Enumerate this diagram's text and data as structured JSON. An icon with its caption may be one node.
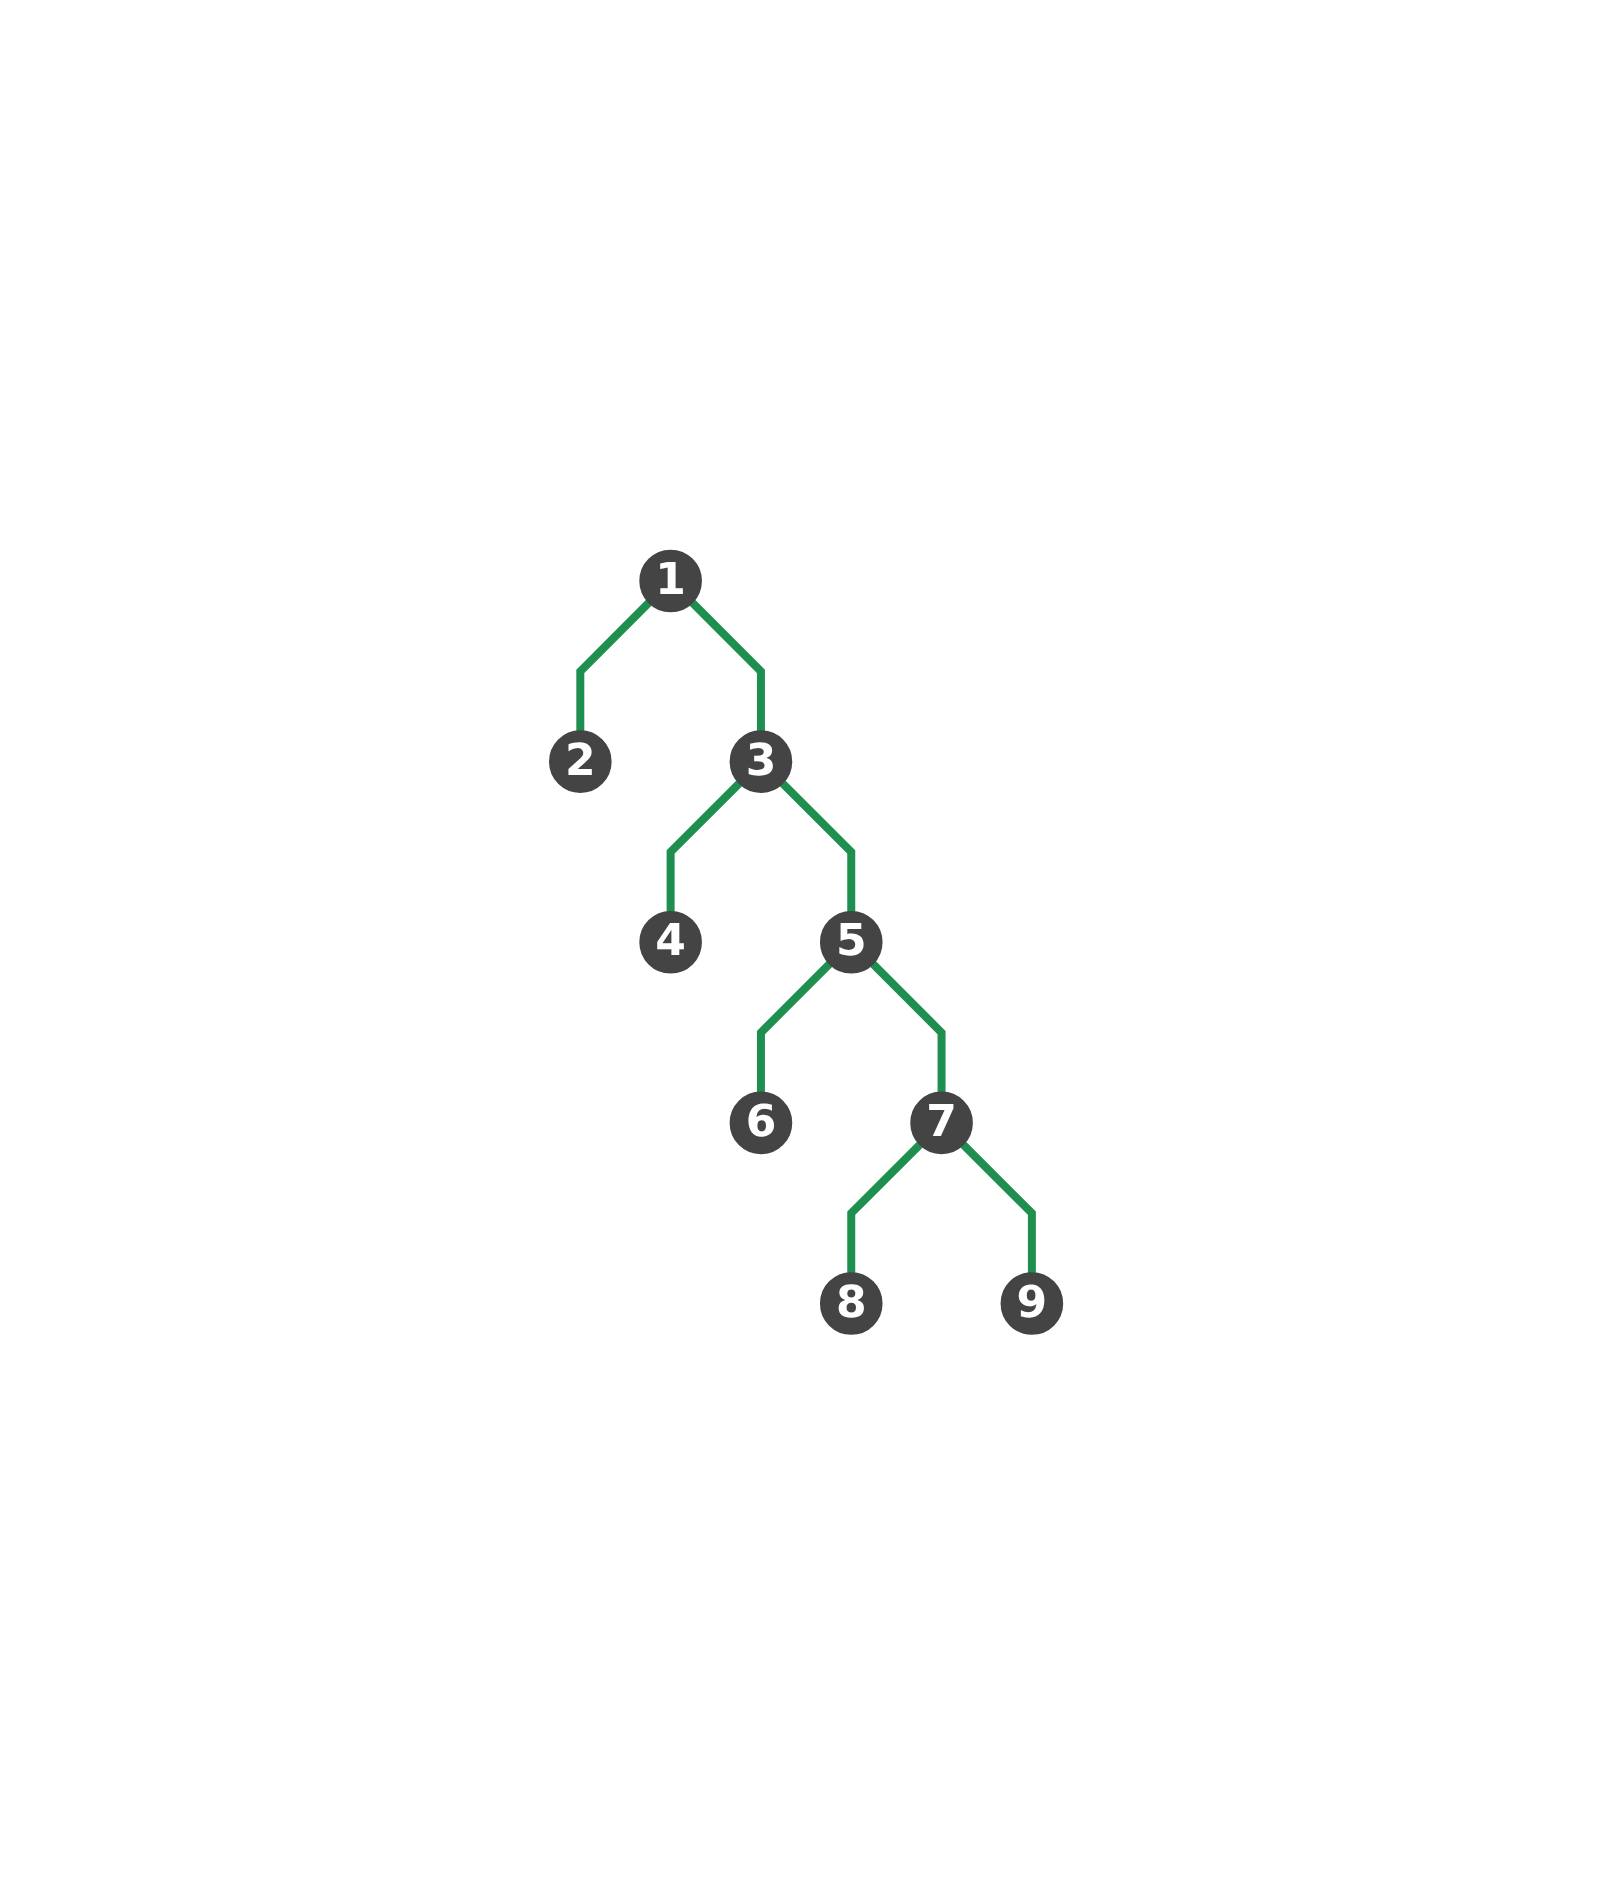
{
  "diagram": {
    "nodes": [
      {
        "text": [
          "1"
        ]
      },
      {
        "text": [
          "2"
        ]
      },
      {
        "text": [
          "3"
        ]
      },
      {
        "text": [
          "4"
        ]
      },
      {
        "text": [
          "5"
        ]
      },
      {
        "text": [
          "6"
        ]
      },
      {
        "text": [
          "7"
        ]
      },
      {
        "text": [
          "8"
        ]
      },
      {
        "text": [
          "9"
        ]
      }
    ],
    "edges": [
      {
        "from": 0,
        "to": 1,
        "arrow": "none"
      },
      {
        "from": 0,
        "to": 2,
        "arrow": "none"
      },
      {
        "from": 2,
        "to": 3,
        "arrow": "none"
      },
      {
        "from": 2,
        "to": 4,
        "arrow": "none"
      },
      {
        "from": 4,
        "to": 5,
        "arrow": "none"
      },
      {
        "from": 4,
        "to": 6,
        "arrow": "none"
      },
      {
        "from": 6,
        "to": 7,
        "arrow": "none"
      },
      {
        "from": 6,
        "to": 8,
        "arrow": "none"
      }
    ]
  }
}
